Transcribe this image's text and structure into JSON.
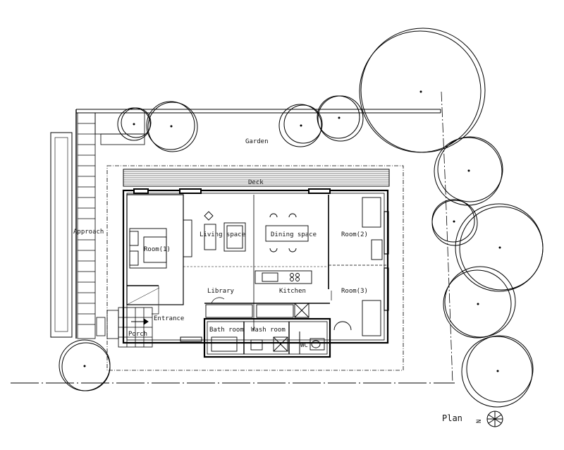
{
  "plan": {
    "title": "Plan",
    "north": "N",
    "rooms": {
      "garden": "Garden",
      "deck": "Deck",
      "approach": "Approach",
      "living": "Living space",
      "dining": "Dining space",
      "room1": "Room(1)",
      "room2": "Room(2)",
      "room3": "Room(3)",
      "library": "Library",
      "kitchen": "Kitchen",
      "entrance": "Entrance",
      "porch": "Porch",
      "bath": "Bath room",
      "wash": "Wash room",
      "wc": "WC"
    }
  }
}
